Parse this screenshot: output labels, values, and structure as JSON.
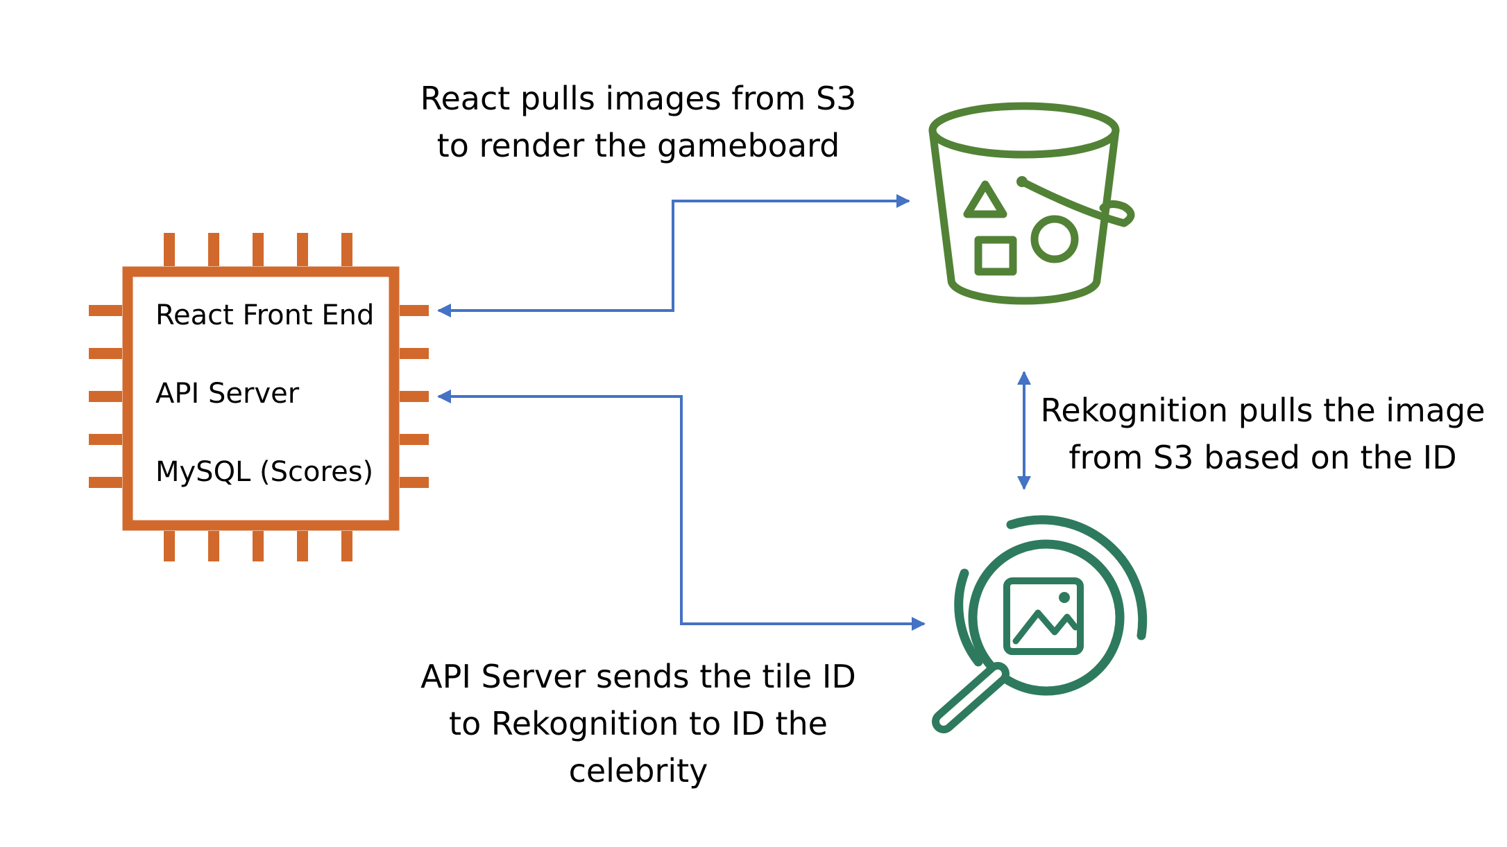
{
  "colors": {
    "compute_orange": "#D2692C",
    "s3_green": "#528236",
    "rekognition_teal": "#2E7A5F",
    "arrow_blue": "#4472C4",
    "text": "#000000"
  },
  "nodes": {
    "compute": {
      "icon": "ec2-chip-icon",
      "lines": [
        "React Front End",
        "API Server",
        "MySQL (Scores)"
      ]
    },
    "s3": {
      "icon": "s3-bucket-icon"
    },
    "rekognition": {
      "icon": "rekognition-image-search-icon"
    }
  },
  "labels": {
    "react_s3": [
      "React pulls images from S3",
      "to render the gameboard"
    ],
    "rekognition_s3": [
      "Rekognition pulls the image",
      "from S3 based on the ID"
    ],
    "api_rekognition": [
      "API Server sends the tile ID",
      "to Rekognition to ID the",
      "celebrity"
    ]
  }
}
